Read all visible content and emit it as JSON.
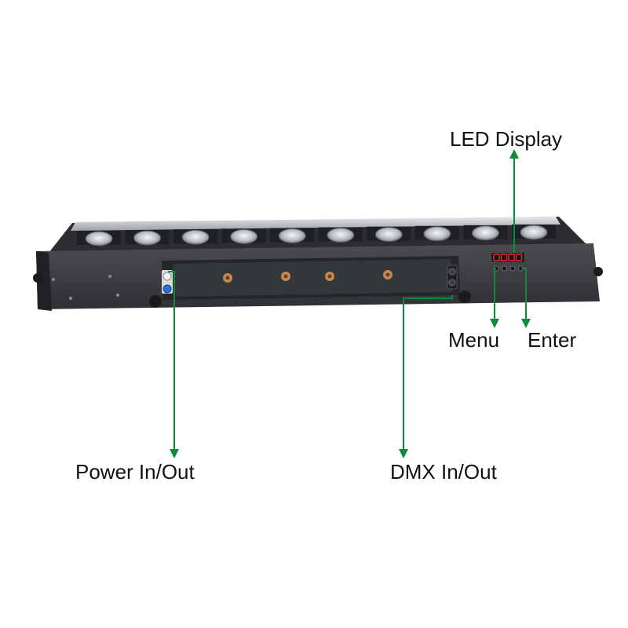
{
  "labels": {
    "led_display": "LED Display",
    "menu": "Menu",
    "enter": "Enter",
    "power": "Power In/Out",
    "dmx": "DMX In/Out"
  },
  "colors": {
    "callout": "#0f8a3a",
    "body": "#3a3c3f",
    "body_dark": "#26282b",
    "display_red": "#e8242c"
  },
  "product": {
    "lens_count": 10,
    "display_digits": 4,
    "buttons": 4
  }
}
